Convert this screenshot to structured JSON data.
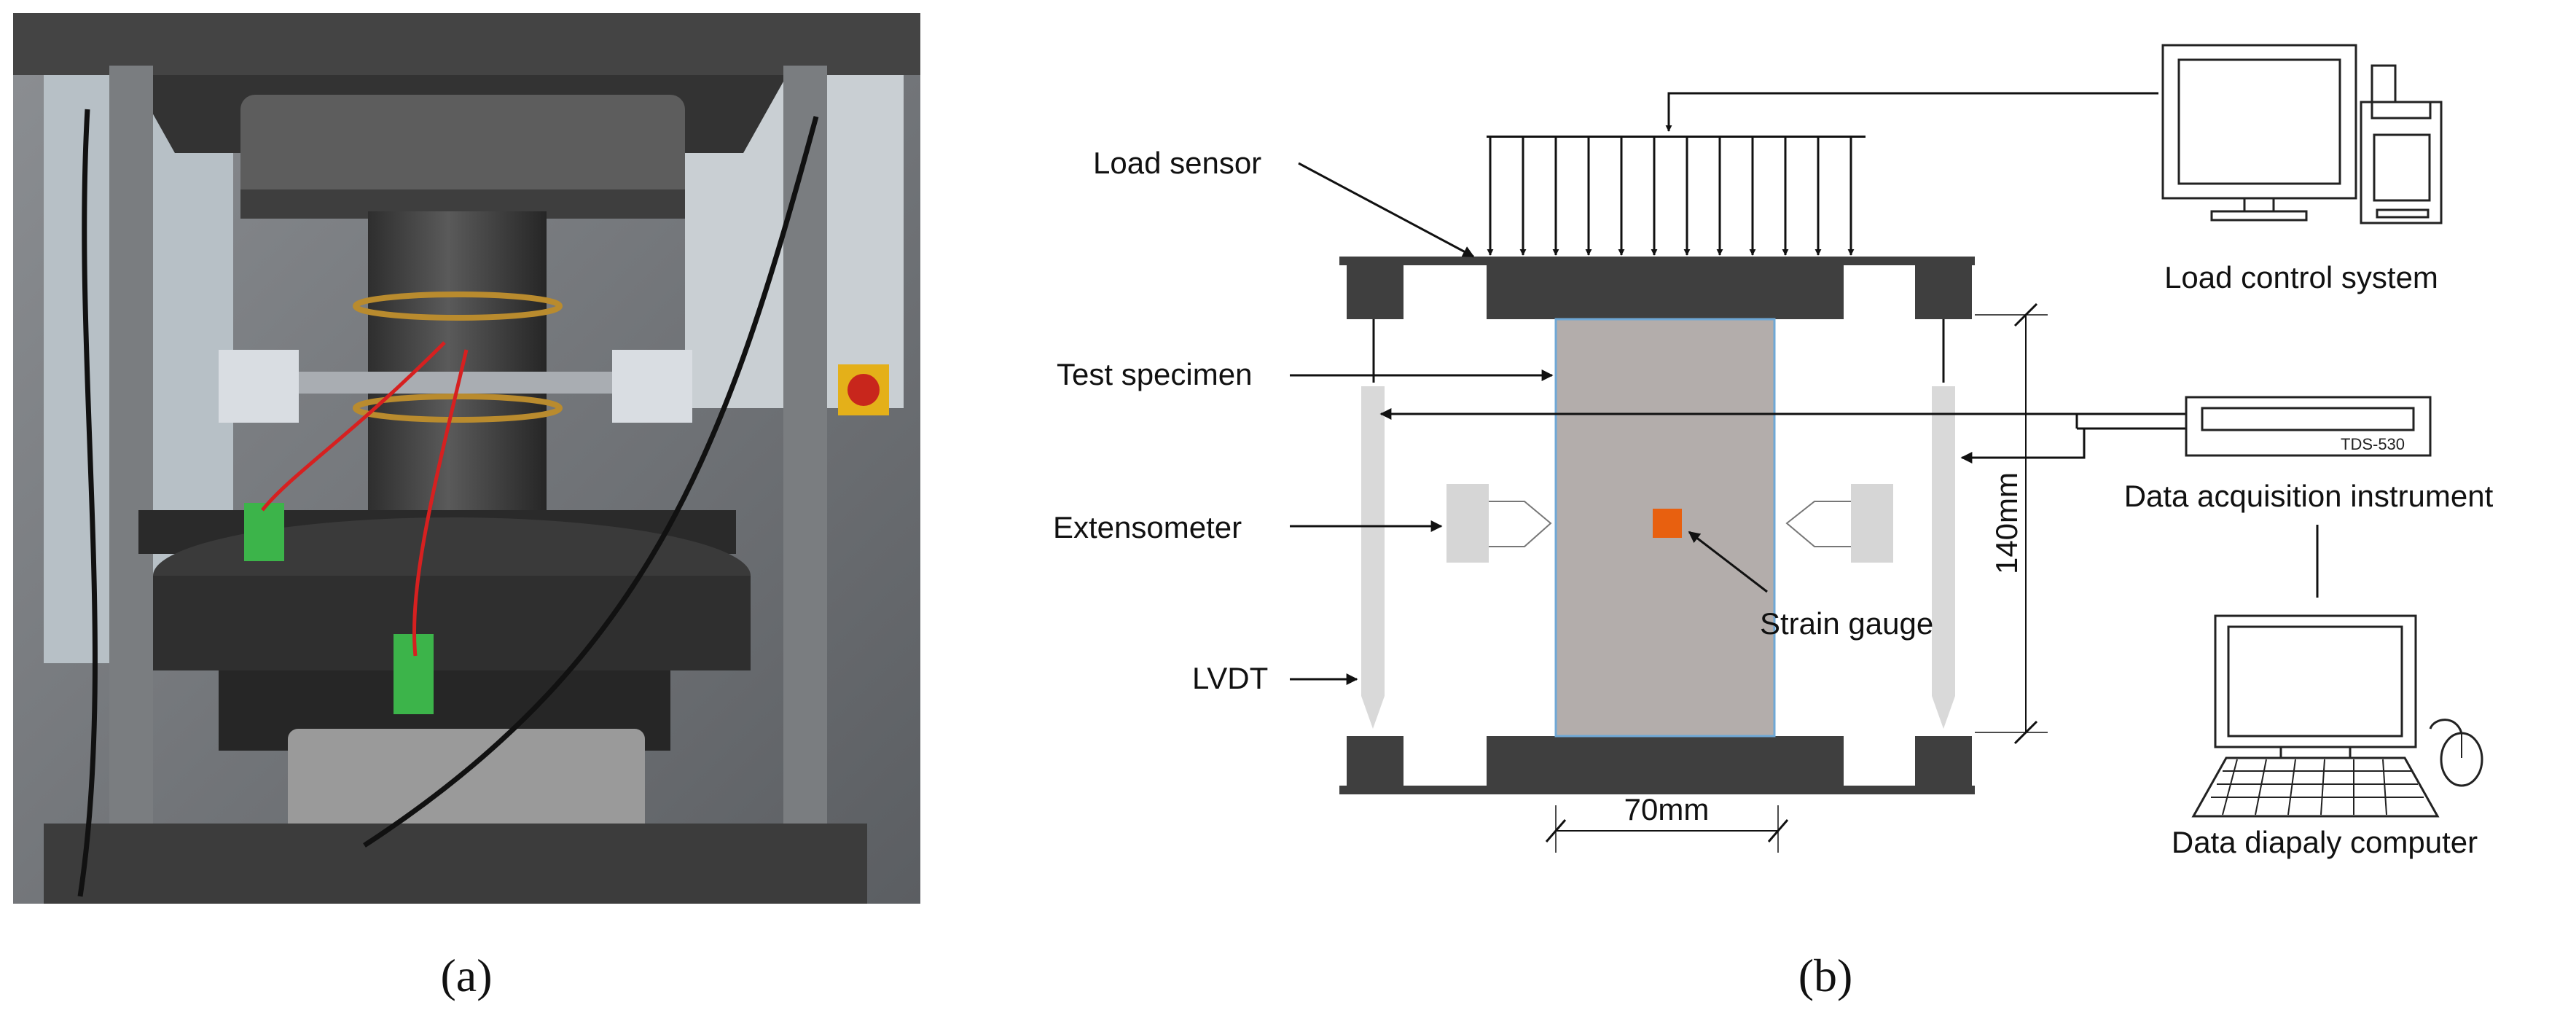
{
  "panels": {
    "a": {
      "caption": "(a)"
    },
    "b": {
      "caption": "(b)"
    }
  },
  "labels": {
    "load_sensor": "Load sensor",
    "test_specimen": "Test specimen",
    "extensometer": "Extensometer",
    "lvdt": "LVDT",
    "strain_gauge": "Strain gauge",
    "load_control_system": "Load control system",
    "data_acquisition_instrument": "Data acquisition instrument",
    "data_display_computer": "Data diapaly computer",
    "instrument_model": "TDS-530"
  },
  "dimensions": {
    "height": "140mm",
    "width": "70mm"
  },
  "colors": {
    "specimen": "#b3adab",
    "specimen_edge": "#6fa8d6",
    "platen": "#3f3f3f",
    "strain_gauge": "#e8600f",
    "extensometer_block": "#d6d6d6",
    "lvdt": "#d9d9d9"
  },
  "photo": {
    "description_icons": [
      "test-machine-photo"
    ]
  }
}
